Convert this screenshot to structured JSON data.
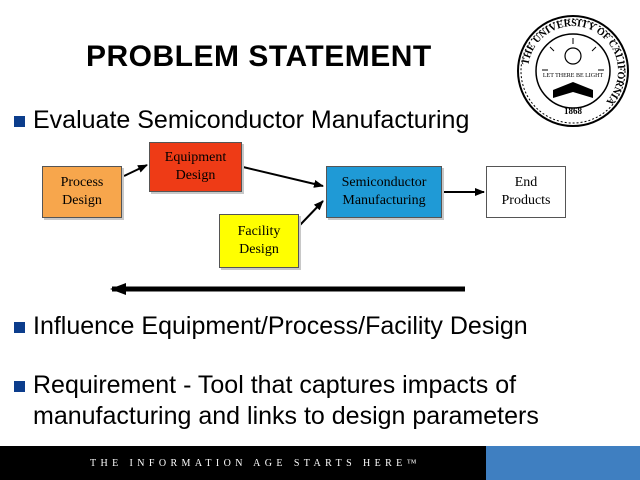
{
  "slide": {
    "title": "PROBLEM STATEMENT",
    "bullets": [
      "Evaluate Semiconductor Manufacturing",
      "Influence Equipment/Process/Facility Design",
      "Requirement - Tool that captures impacts of manufacturing and links to design parameters"
    ]
  },
  "seal": {
    "ring_text": "THE UNIVERSITY OF CALIFORNIA",
    "motto": "LET THERE BE LIGHT",
    "year": "1868"
  },
  "diagram": {
    "process_line1": "Process",
    "process_line2": "Design",
    "equipment_line1": "Equipment",
    "equipment_line2": "Design",
    "facility_line1": "Facility",
    "facility_line2": "Design",
    "semi_line1": "Semiconductor",
    "semi_line2": "Manufacturing",
    "end_line1": "End",
    "end_line2": "Products"
  },
  "colors": {
    "process": "#f7a64c",
    "equipment": "#ee3b16",
    "facility": "#ffff00",
    "semiconductor": "#1f9ad6",
    "bullet": "#0c3d8c",
    "footer_accent": "#3f7fc1"
  },
  "footer": {
    "tagline": "THE INFORMATION AGE STARTS HERE™"
  }
}
